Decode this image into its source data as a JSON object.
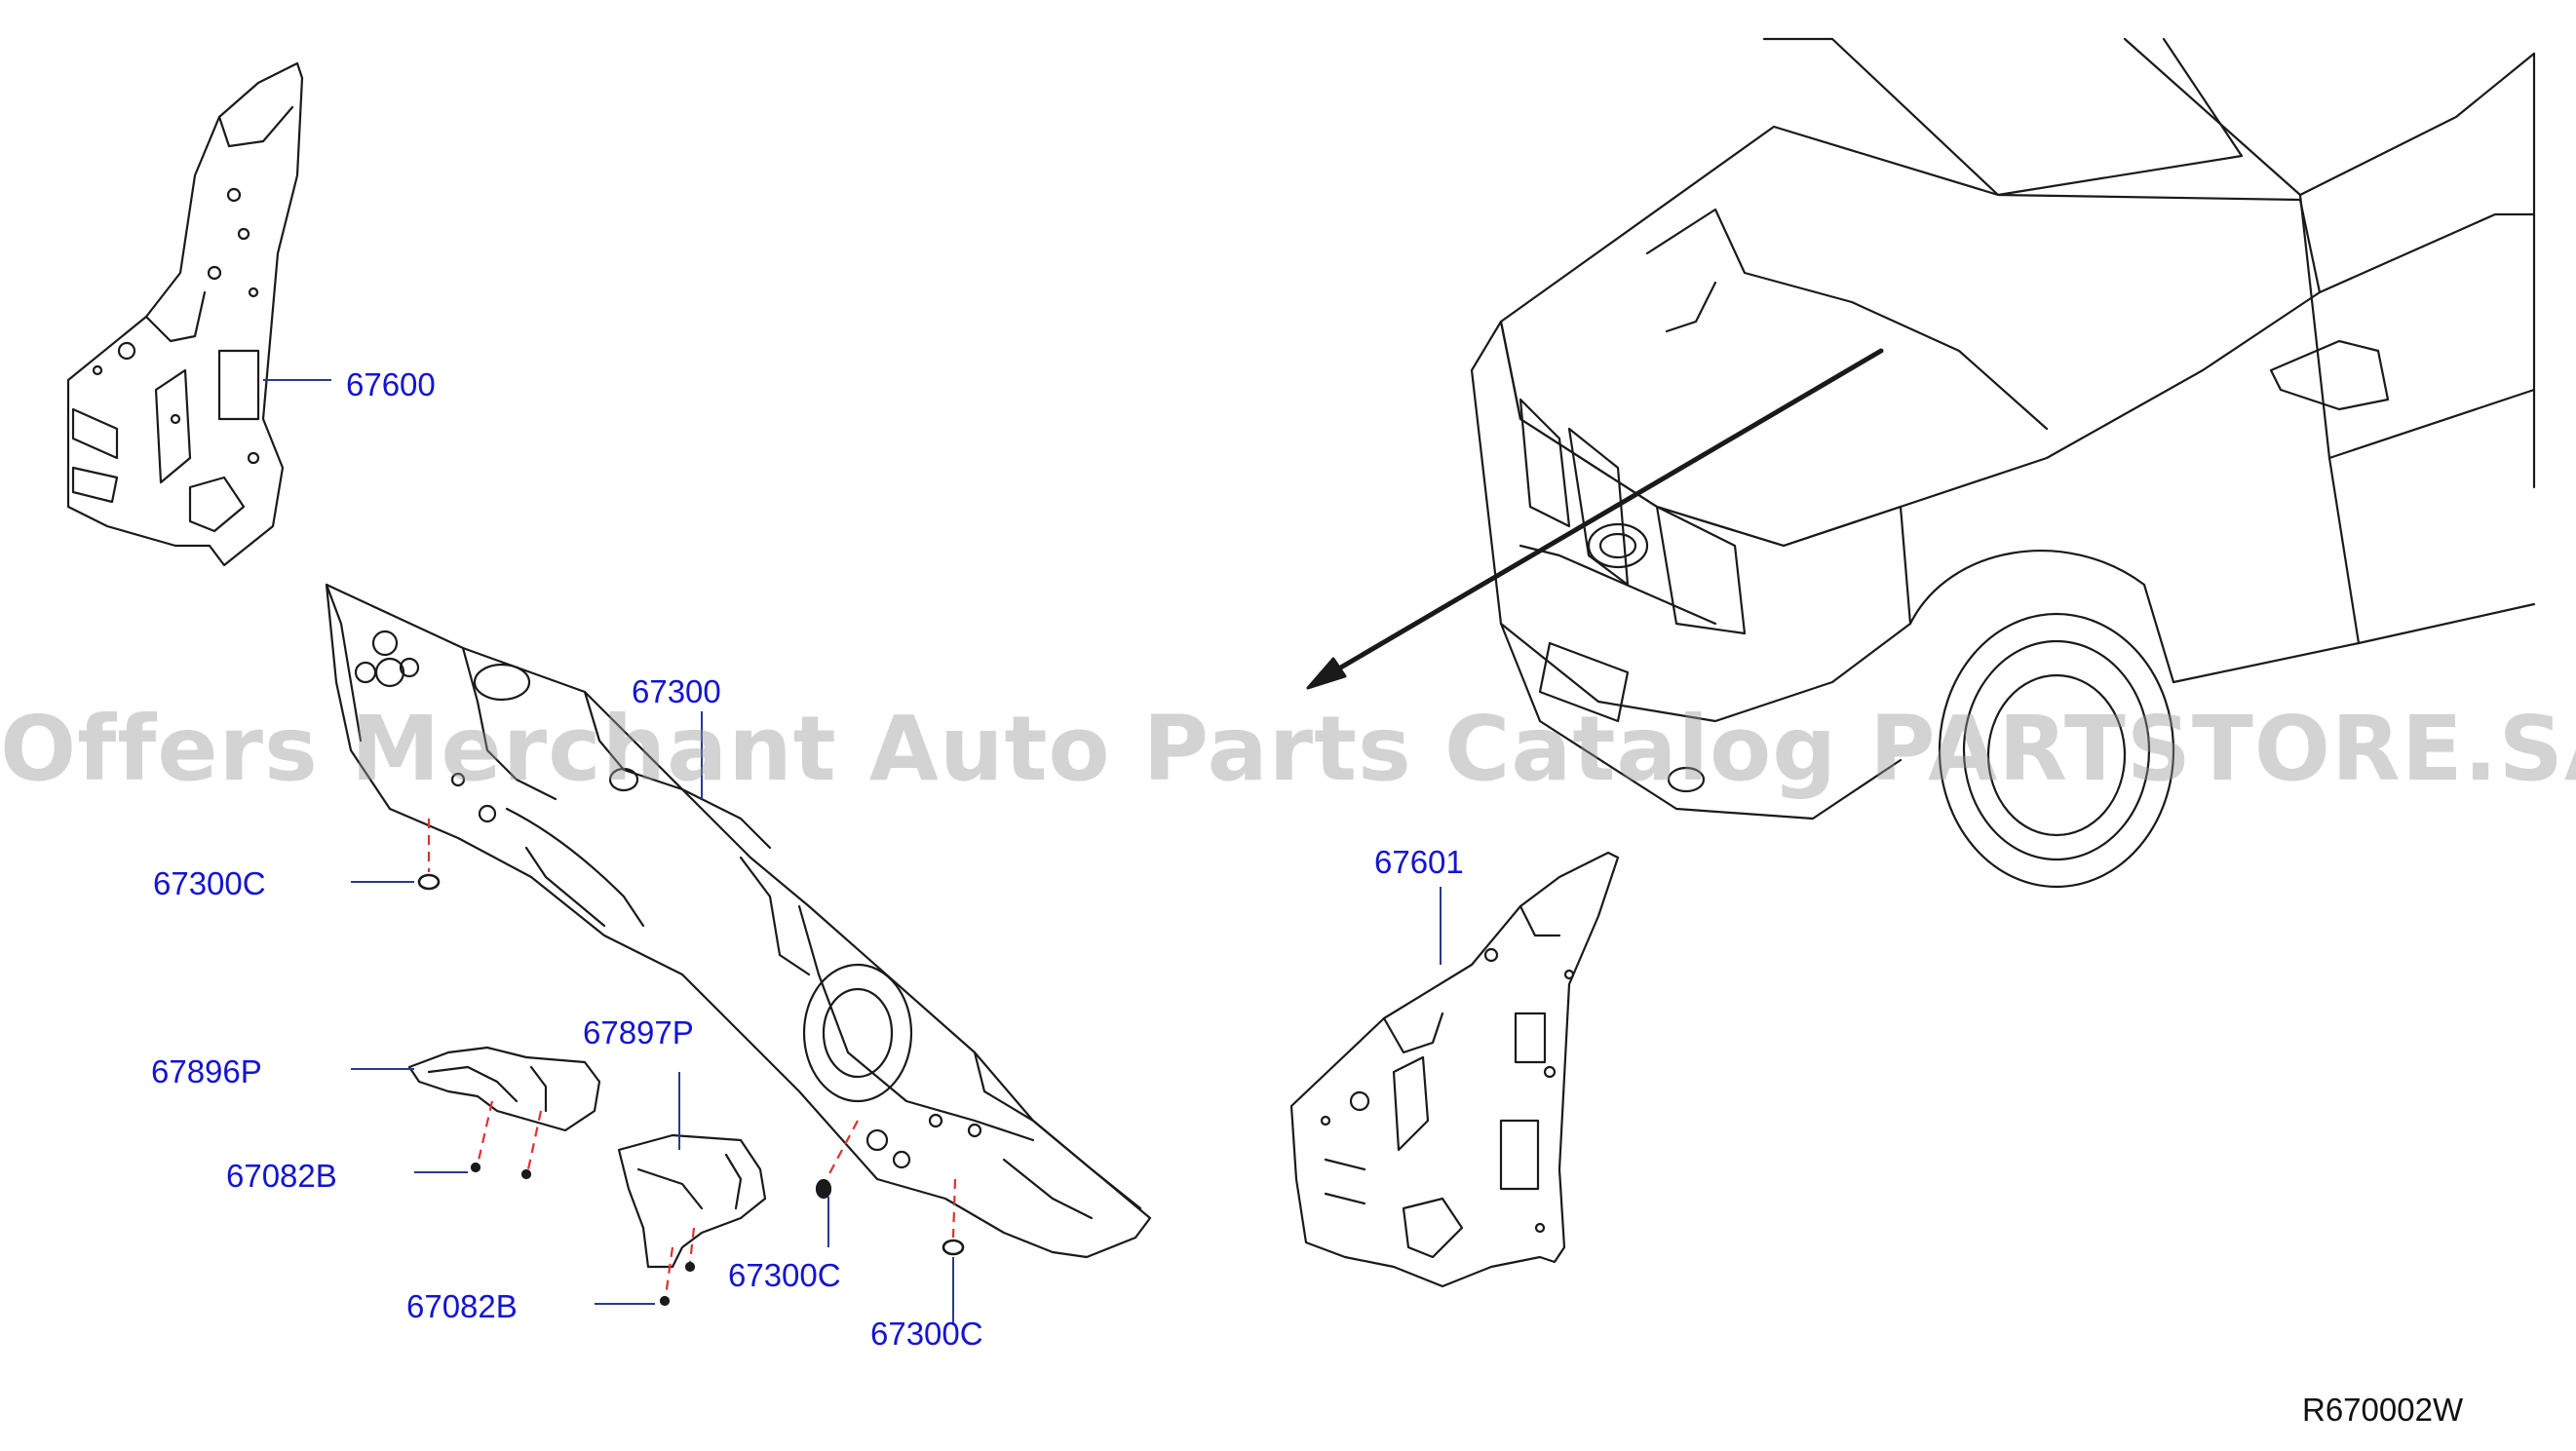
{
  "diagram": {
    "watermark": "Offers Merchant Auto Parts Catalog PARTSTORE.SA",
    "diagram_id": "R670002W",
    "colors": {
      "callout": "#1414d2",
      "line": "#1a1a1a",
      "leader": "#2a3a8a",
      "dash": "#e03030"
    }
  },
  "callouts": {
    "p67600": "67600",
    "p67300": "67300",
    "p67300c_a": "67300C",
    "p67897p": "67897P",
    "p67896p": "67896P",
    "p67082b_a": "67082B",
    "p67082b_b": "67082B",
    "p67300c_b": "67300C",
    "p67300c_c": "67300C",
    "p67601": "67601"
  }
}
